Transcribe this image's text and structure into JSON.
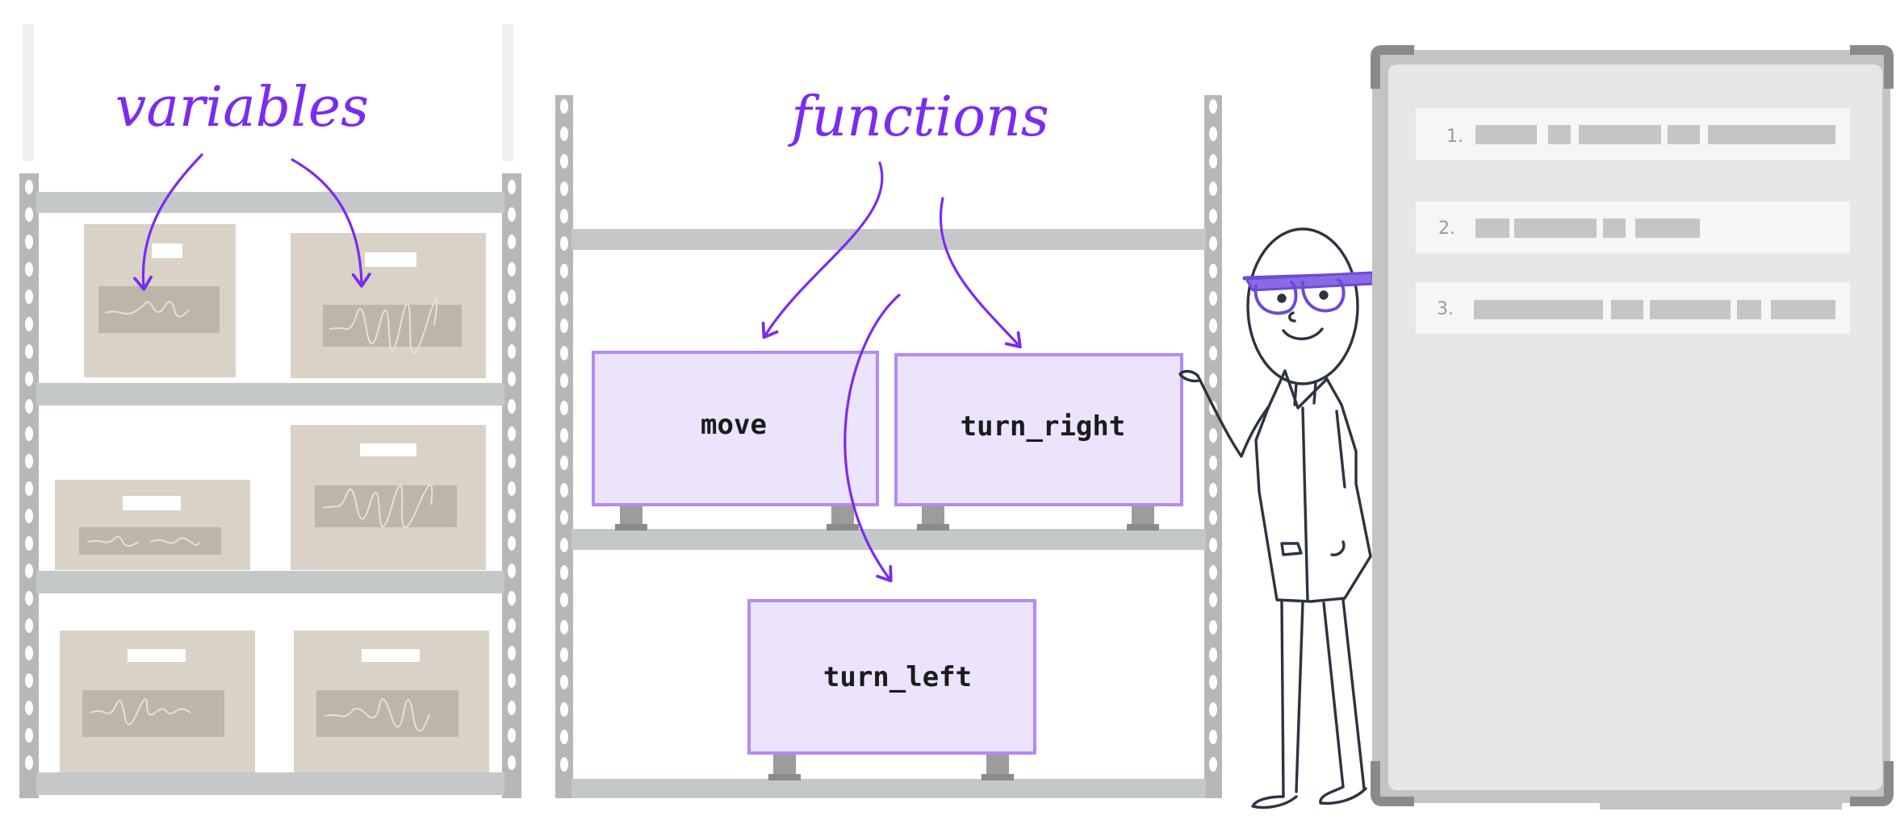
{
  "headings": {
    "variables": "variables",
    "functions": "functions"
  },
  "function_boxes": [
    {
      "label": "move"
    },
    {
      "label": "turn_right"
    },
    {
      "label": "turn_left"
    }
  ],
  "whiteboard": {
    "items": [
      {
        "number": "1."
      },
      {
        "number": "2."
      },
      {
        "number": "3."
      }
    ]
  },
  "colors": {
    "accent": "#7a2cf0",
    "function_box_fill": "#ece3fd",
    "function_box_border": "#b48af5",
    "variable_box_fill": "#d9d2c6",
    "shelf_gray": "#b9bcbc"
  }
}
